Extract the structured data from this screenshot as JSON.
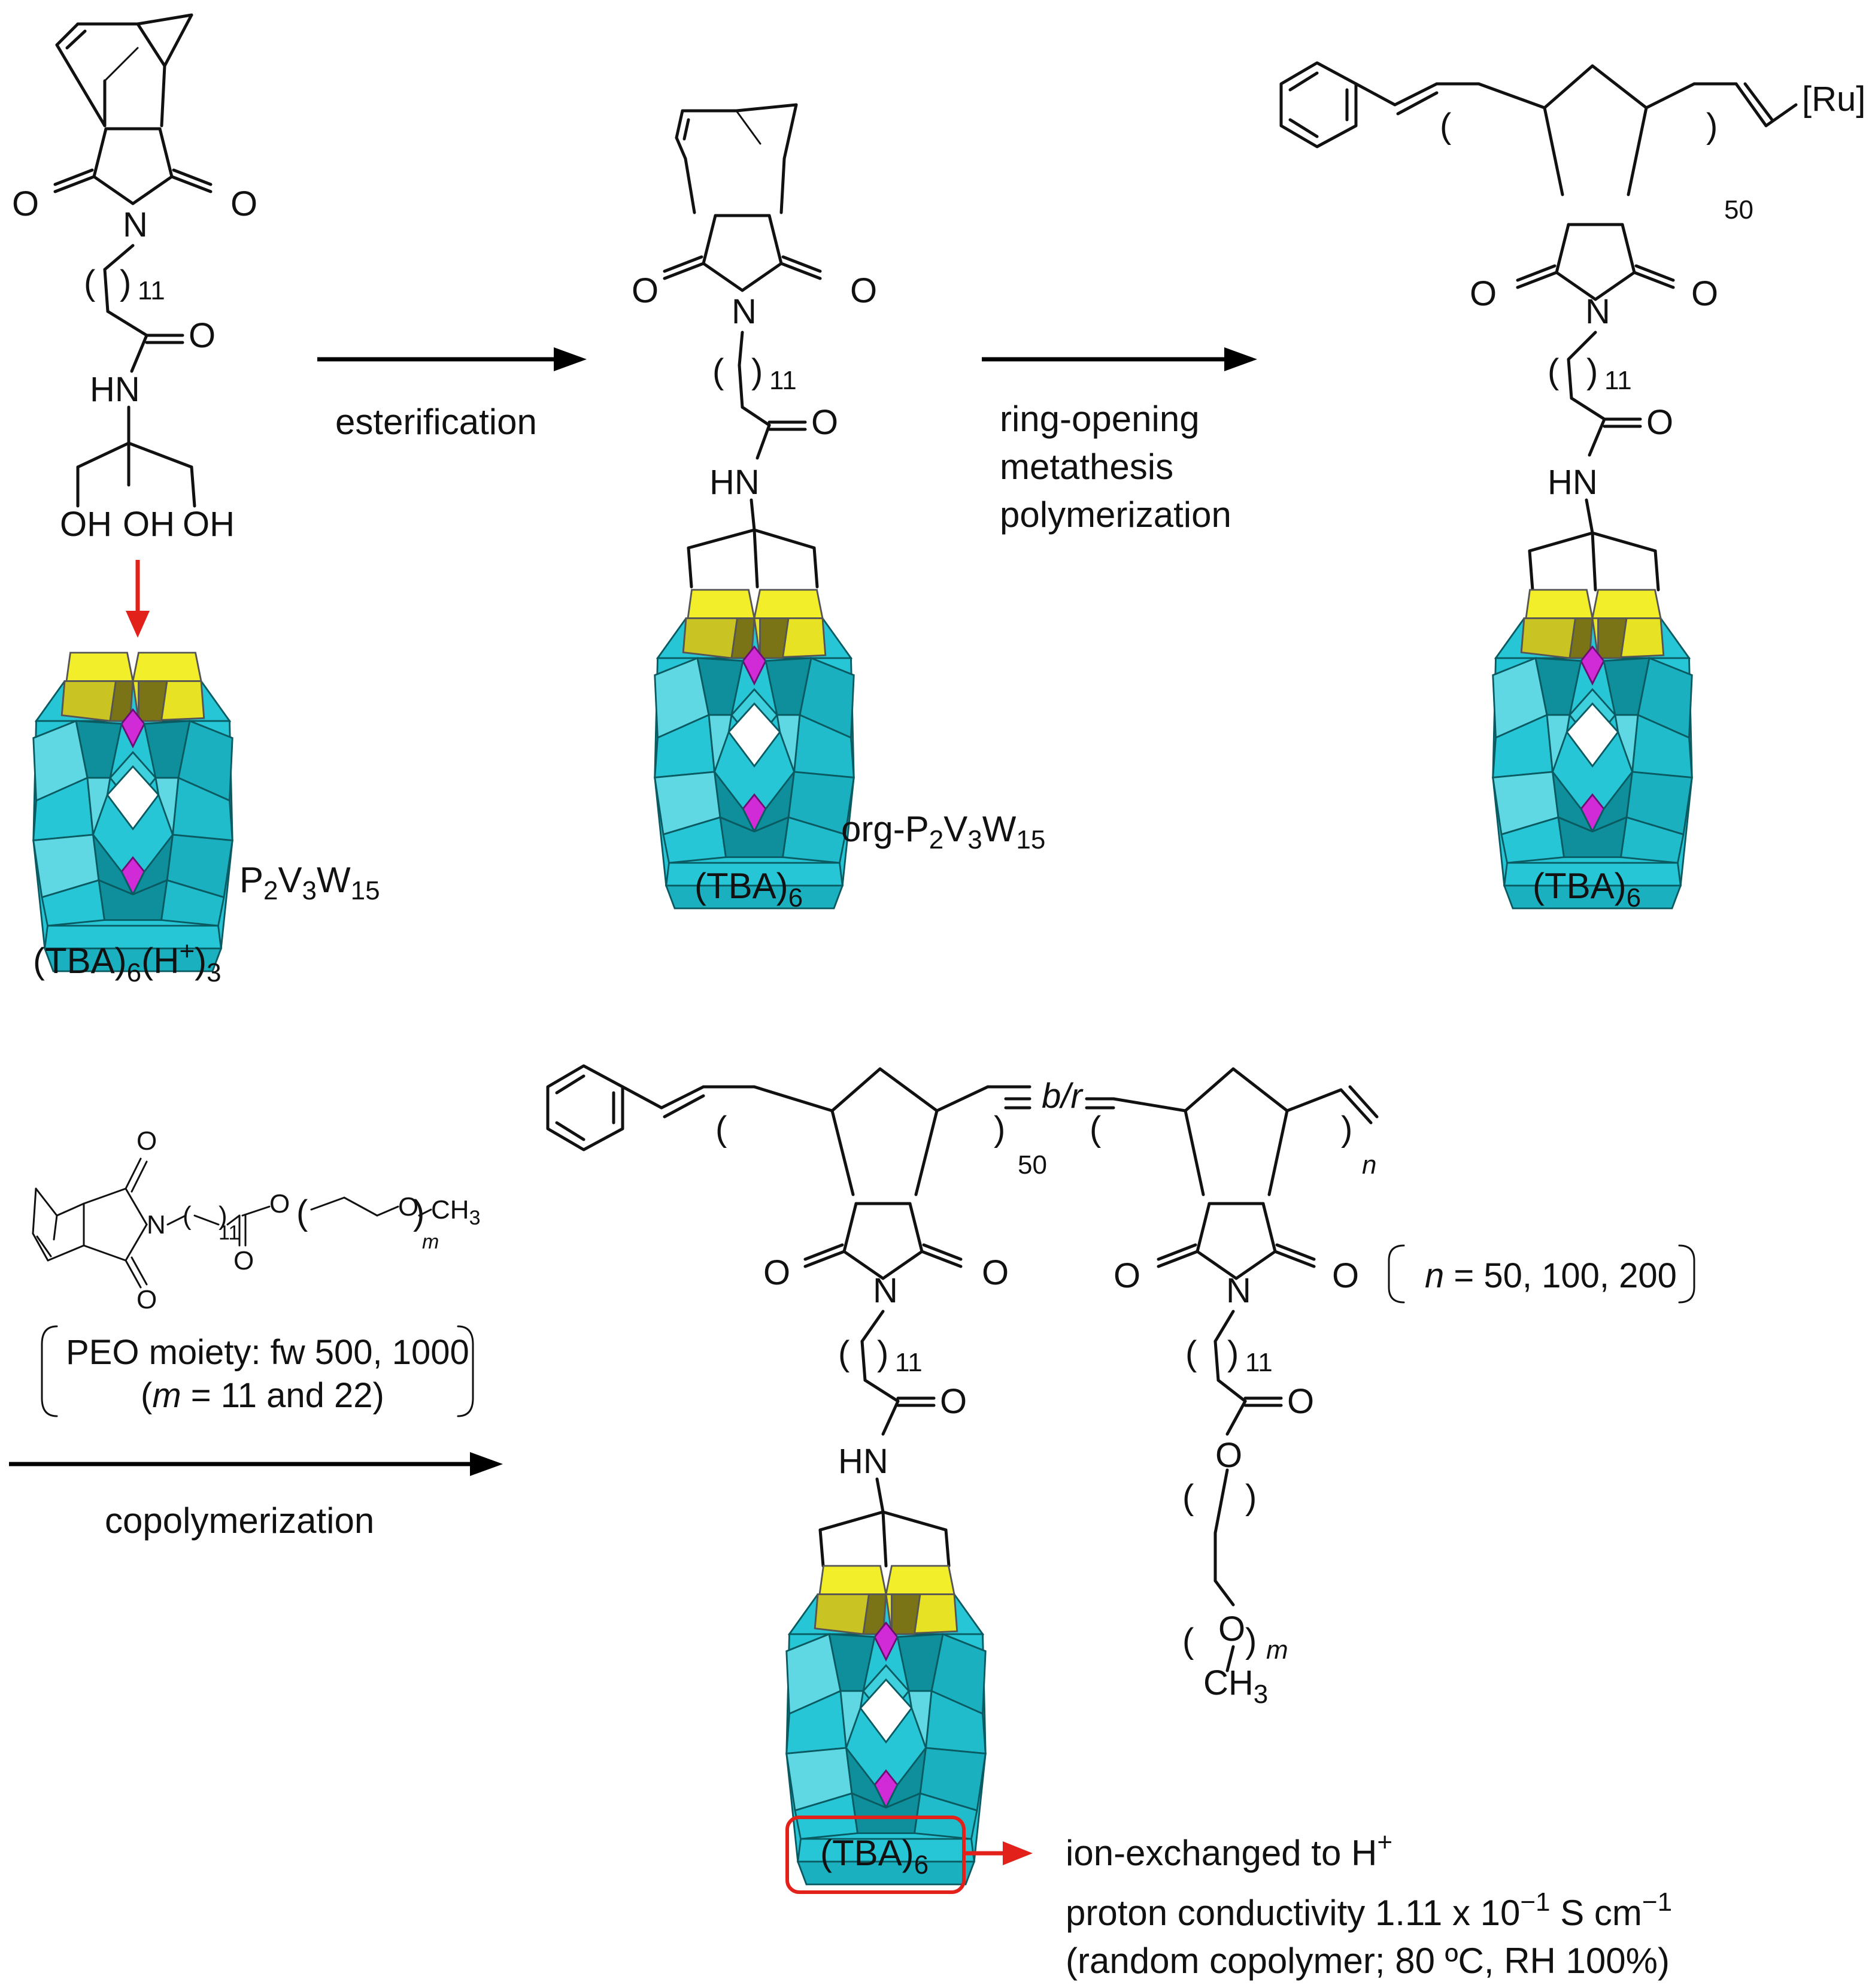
{
  "labels": {
    "oh1": "OH",
    "oh2": "OH",
    "oh3": "OH",
    "hn": "HN",
    "o": "O",
    "n": "N",
    "paren_open": "(",
    "paren_close": ")",
    "sub11": "11",
    "sub50": "50",
    "ru": "[Ru]",
    "n_rep": "n",
    "m_rep": "m",
    "b_r": "b/r",
    "ch3": "CH",
    "sub3": "3"
  },
  "compounds": {
    "p2v3w15": {
      "main": "P",
      "s1": "2",
      "v": "V",
      "s2": "3",
      "w": "W",
      "s3": "15"
    },
    "tba_h": {
      "a": "(TBA)",
      "s1": "6",
      "b": "(H",
      "sup": "+",
      "c": ")",
      "s2": "3"
    },
    "org": {
      "prefix": "org-P",
      "s1": "2",
      "v": "V",
      "s2": "3",
      "w": "W",
      "s3": "15"
    },
    "tba6": {
      "main": "(TBA)",
      "sub": "6"
    }
  },
  "steps": {
    "esterification": "esterification",
    "romp": [
      "ring-opening",
      "metathesis",
      "polymerization"
    ],
    "copolymerization": "copolymerization"
  },
  "peo_box": {
    "line1": "PEO moiety: fw 500, 1000",
    "line2_pre": "(",
    "line2_m": "m",
    "line2_post": " = 11 and 22)"
  },
  "n_box": {
    "n": "n",
    "text": " = 50, 100, 200"
  },
  "result": {
    "ion_exchange": "ion-exchanged to H",
    "ion_sup": "+",
    "conductivity_pre": "proton conductivity  1.11 x 10",
    "conductivity_exp": "−1",
    "conductivity_mid": " S cm",
    "conductivity_exp2": "−1",
    "conditions": "(random copolymer; 80 ºC, RH 100%)"
  },
  "colors": {
    "cyan": "#27c6d6",
    "cyan_dark": "#0f8f9b",
    "yellow": "#f2ee2a",
    "yellow_dark": "#7a7416",
    "magenta": "#d12bd8",
    "red": "#e3211b"
  }
}
